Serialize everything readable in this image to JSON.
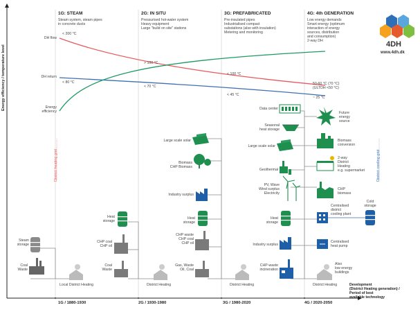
{
  "axes": {
    "y_label": "Energy efficiency / temperature level",
    "x_label": "Development\n(District Heating generation) /\nPeriod of best\navailable technology"
  },
  "generations": [
    {
      "title": "1G: STEAM",
      "desc": "Steam system, steam pipes\nin concrete ducts",
      "period": "1G / 1880-1930"
    },
    {
      "title": "2G: IN SITU",
      "desc": "Pressurised hot-water system\nHeavy equipment\nLarge \"build on site\" stations",
      "period": "2G / 1930-1980"
    },
    {
      "title": "3G: PREFABRICATED",
      "desc": "Pre-insulated pipes\nIndustrialised compact\nsubstations (also with insulation)\nMetering and monitoring",
      "period": "3G / 1980-2020"
    },
    {
      "title": "4G: 4th GENERATION",
      "desc": "Low energy demands\nSmart energy (optimum\ninteraction of energy\nsources, distribution\nand consumption)\n2-way DH",
      "period": "4G / 2020-2050"
    }
  ],
  "curves": {
    "dh_flow": "DH flow",
    "dh_return": "DH return",
    "energy_efficiency": "Energy\nefficiency"
  },
  "temps": {
    "t1_flow": "< 200 °C",
    "t1_return": "< 80 °C",
    "t2_flow": "> 100 °C",
    "t2_return": "< 70 °C",
    "t3_flow": "< 100 °C",
    "t3_return": "< 45 °C",
    "t4_flow": "50-60 °C (70 °C)\n(ULTDH <50 °C)",
    "t4_return": "~ 25 °C"
  },
  "grids": {
    "heating": "District heating grid",
    "cooling": "District cooling grid"
  },
  "g1": {
    "steam_storage": "Steam\nstorage",
    "coal_waste": "Coal\nWaste",
    "local_dh": "Local District Heating"
  },
  "g2": {
    "heat_storage": "Heat\nstorage",
    "chp": "CHP coal\nCHP oil",
    "coal_waste": "Coal\nWaste",
    "dh": "District Heating"
  },
  "g3": {
    "large_solar": "Large scale solar",
    "biomass": "Biomass\nCHP Biomass",
    "industry": "Industry surplus",
    "heat_storage": "Heat\nstorage",
    "chp": "CHP waste\nCHP coal\nCHP oil",
    "fuels": "Gas, Waste\nOil, Coal",
    "dh": "District Heating"
  },
  "g4": {
    "data_center": "Data center",
    "seasonal": "Seasonal\nheat storage",
    "large_solar": "Large scale solar",
    "geothermal": "Geothermal",
    "pv": "PV, Wave\nWind surplus\nElectricity",
    "heat_storage": "Heat\nstorage",
    "industry": "Industry surplus",
    "chp_waste": "CHP-waste\nincineration",
    "dh": "District Heating",
    "future": "Future\nenergy\nsource",
    "biomass_conv": "Biomass\nconversion",
    "two_way": "2-way\nDistrict\nHeating\ne.g. supermarket",
    "chp_biomass": "CHP\nbiomass",
    "centralised_cooling": "Centralised\ndistrict\ncooling plant",
    "cold_storage": "Cold\nstorage",
    "heat_pump": "Centralised\nheat pump",
    "low_energy": "Also\nlow energy\nbuildings"
  },
  "logo": {
    "name": "4DH",
    "url": "www.4dh.dk"
  },
  "colors": {
    "flow": "#e8595d",
    "return": "#3f6fb2",
    "efficiency": "#1c9a63",
    "green": "#1e8f4e",
    "blue": "#1f5fa8",
    "grey": "#8a8a8a",
    "grid_red": "#e8595d",
    "grid_blue": "#3f6fb2"
  }
}
